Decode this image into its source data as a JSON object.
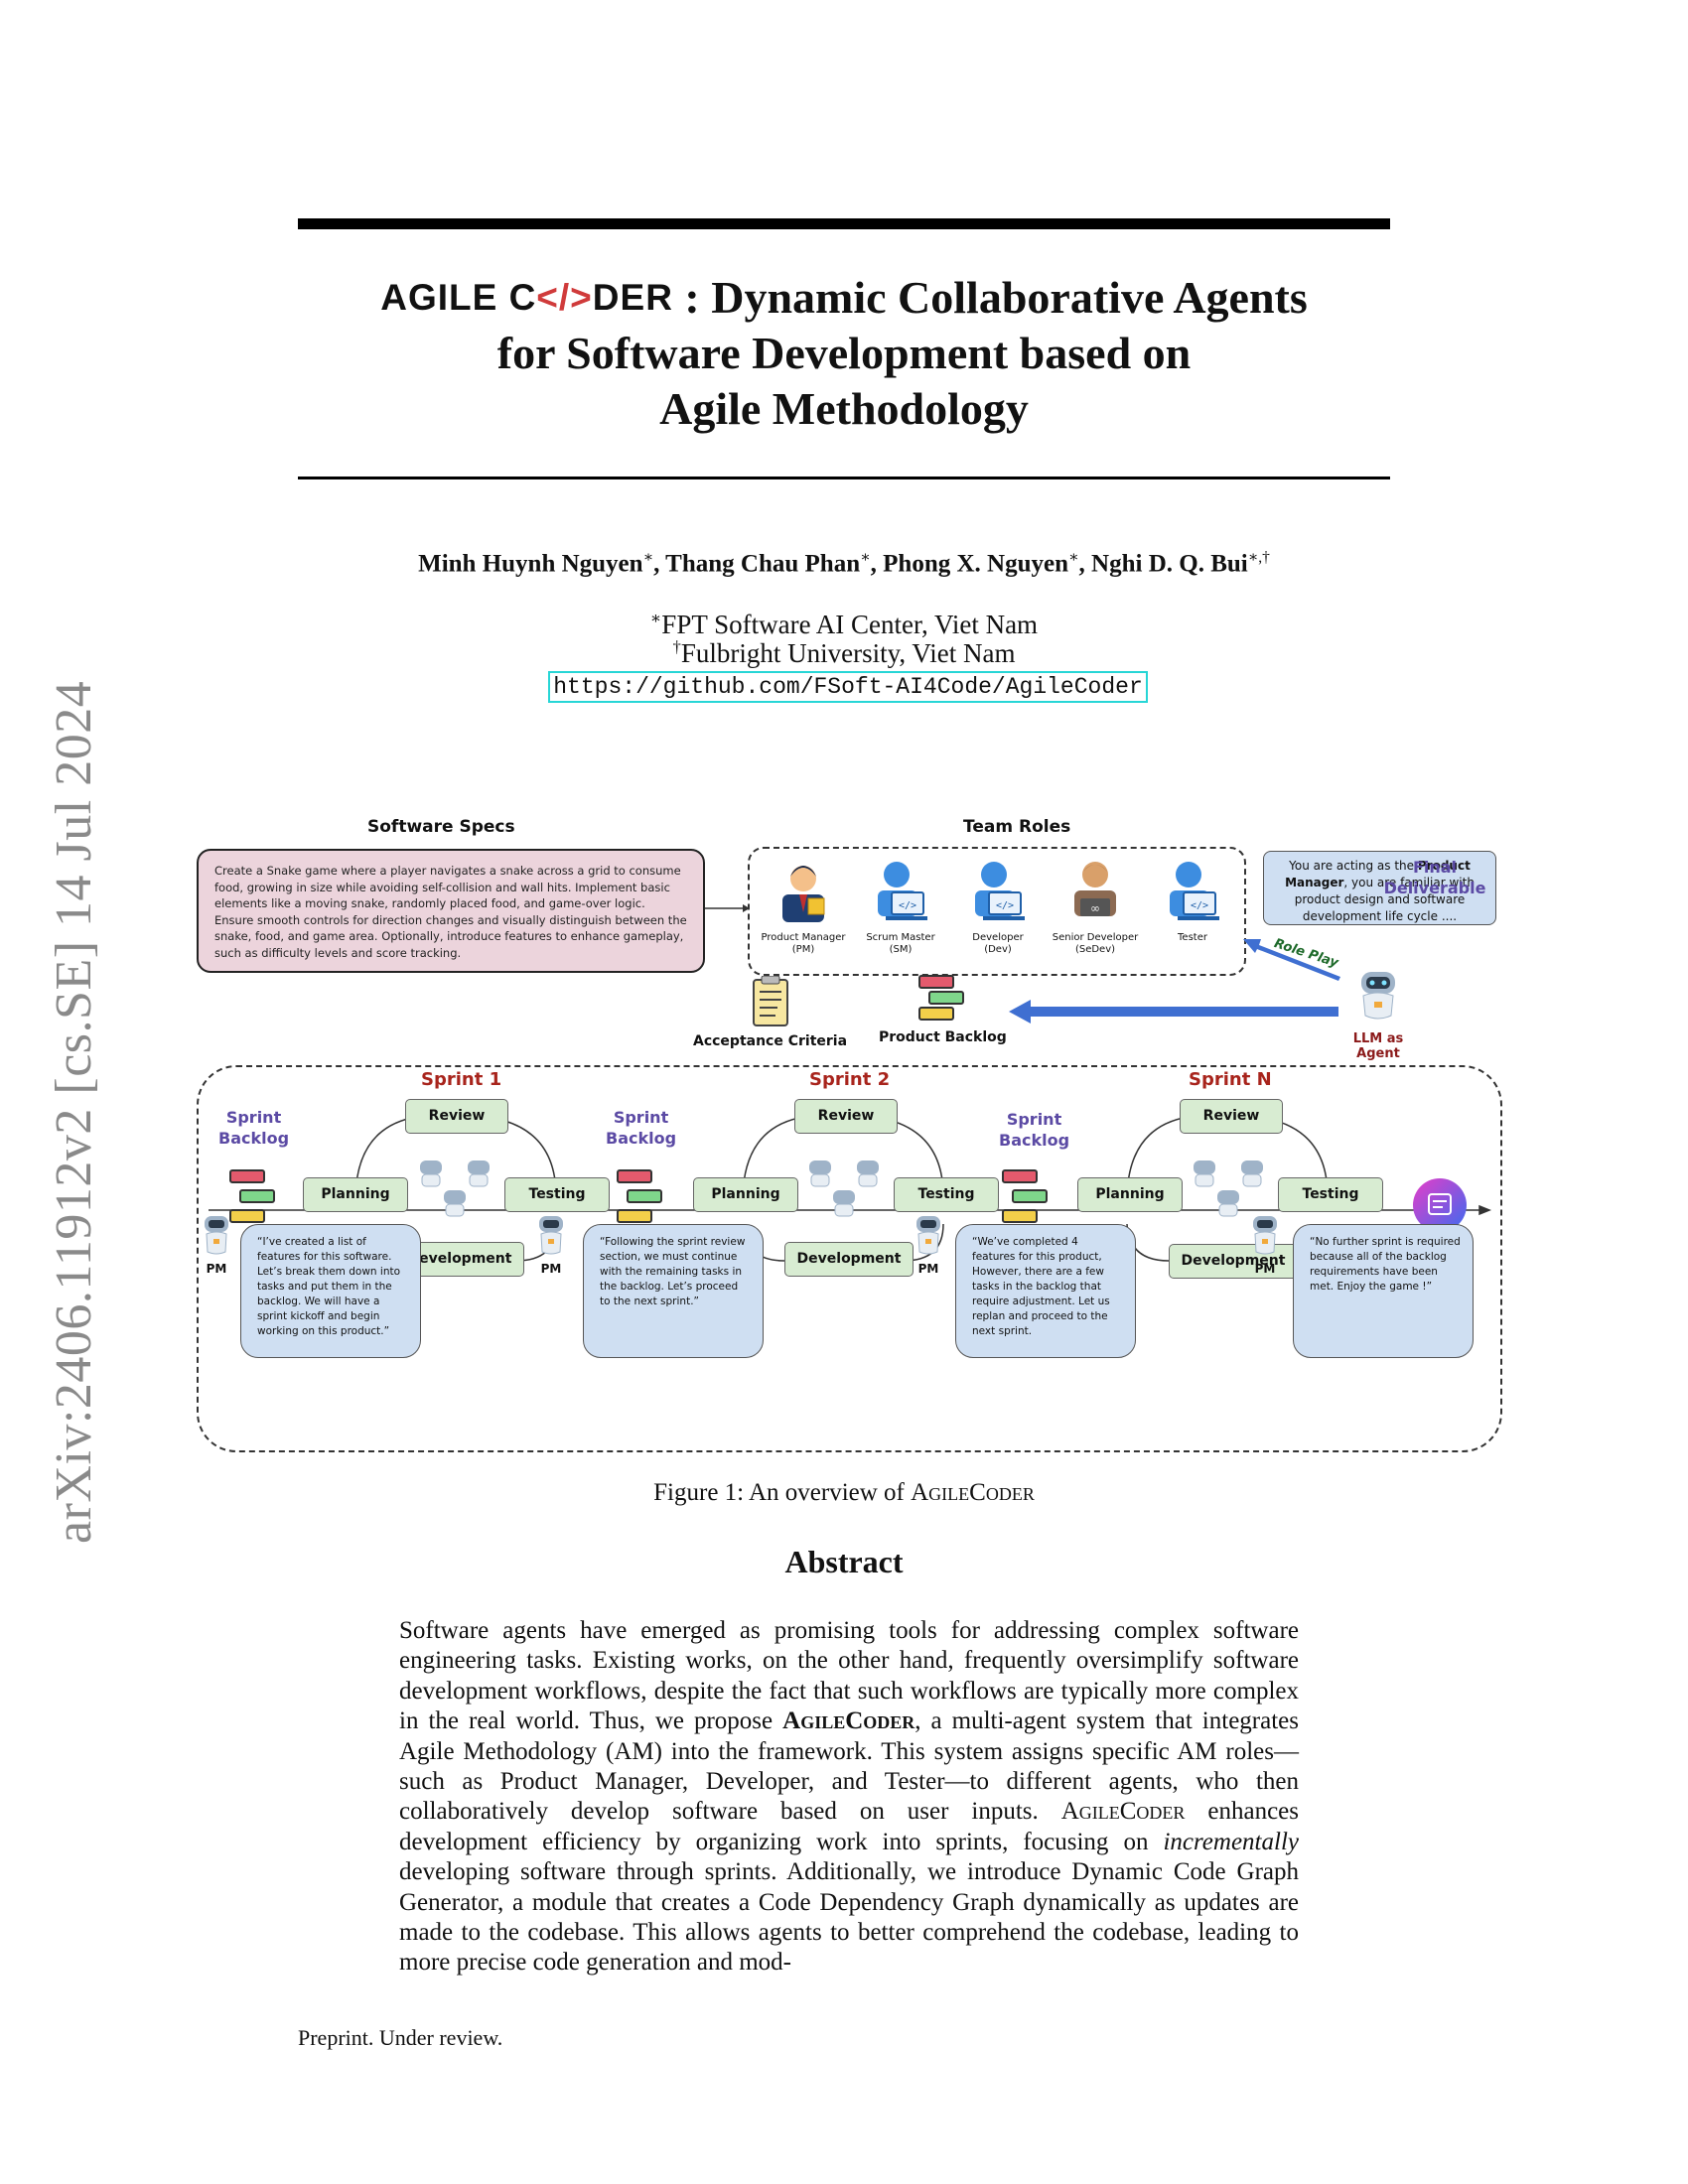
{
  "arxiv_id": "arXiv:2406.11912v2  [cs.SE]  14 Jul 2024",
  "title": {
    "logo_a": "AGILE C",
    "logo_mid": "</>",
    "logo_b": "DER",
    "line1_rest": " : Dynamic Collaborative Agents",
    "line2": "for Software Development based on",
    "line3": "Agile Methodology"
  },
  "authors": [
    {
      "name": "Minh Huynh Nguyen",
      "mark": "∗"
    },
    {
      "name": "Thang Chau Phan",
      "mark": "∗"
    },
    {
      "name": "Phong X. Nguyen",
      "mark": "∗"
    },
    {
      "name": "Nghi D. Q. Bui",
      "mark": "∗,†"
    }
  ],
  "affiliations": {
    "a1_mark": "∗",
    "a1": "FPT Software AI Center, Viet Nam",
    "a2_mark": "†",
    "a2": "Fulbright University, Viet Nam",
    "repo": "https://github.com/FSoft-AI4Code/AgileCoder"
  },
  "figure": {
    "software_specs_label": "Software Specs",
    "team_roles_label": "Team Roles",
    "specs_text": "Create a Snake game where a player navigates a snake across a grid to consume food, growing in size while avoiding self-collision and wall hits. Implement basic elements like a moving snake, randomly placed food, and game-over logic. Ensure smooth controls for direction changes and visually distinguish between the snake, food, and game area. Optionally, introduce features to enhance gameplay, such as difficulty levels and score tracking.",
    "roles": [
      {
        "line1": "Product Manager",
        "line2": "(PM)",
        "icon": "product-manager-icon"
      },
      {
        "line1": "Scrum Master",
        "line2": "(SM)",
        "icon": "scrum-master-icon"
      },
      {
        "line1": "Developer",
        "line2": "(Dev)",
        "icon": "developer-icon"
      },
      {
        "line1": "Senior Developer",
        "line2": "(SeDev)",
        "icon": "senior-developer-icon"
      },
      {
        "line1": "Tester",
        "line2": "",
        "icon": "tester-icon"
      }
    ],
    "role_prompt_a": "You are acting as the ",
    "role_prompt_b": "Product Manager",
    "role_prompt_c": ", you are familiar with product design and software development life cycle ....",
    "role_play": "Role Play",
    "llm_agent": "LLM as Agent",
    "acceptance_criteria": "Acceptance Criteria",
    "product_backlog": "Product Backlog",
    "sprints": [
      {
        "title": "Sprint 1"
      },
      {
        "title": "Sprint 2"
      },
      {
        "title": "Sprint N"
      }
    ],
    "sprint_backlog_l1": "Sprint",
    "sprint_backlog_l2": "Backlog",
    "nodes": {
      "review": "Review",
      "planning": "Planning",
      "testing": "Testing",
      "development": "Development"
    },
    "ellipsis": "............",
    "final_l1": "Final",
    "final_l2": "Deliverable",
    "pm_label": "PM",
    "quotes": [
      "“I’ve created a list of features for this software. Let’s break them down into tasks and put them in the backlog. We will have a sprint kickoff and begin working on this product.”",
      "“Following the sprint review section, we must continue with the remaining tasks in the backlog. Let’s proceed to the next sprint.”",
      "“We’ve completed 4 features for this product, However, there are a few tasks in the backlog that require adjustment. Let us replan and proceed to the next sprint.",
      "“No further sprint is required because all of the backlog requirements have been met. Enjoy the game !”"
    ],
    "colors": {
      "pink": "#ecd4dc",
      "blue_box": "#cfdff2",
      "green_node": "#d8ecd2",
      "sprint_red": "#a8241c",
      "backlog_purple": "#5b4aa4",
      "arrow_blue": "#3f6fd1"
    }
  },
  "caption_prefix": "Figure 1: An overview of ",
  "caption_name": "AgileCoder",
  "abstract_heading": "Abstract",
  "abstract": {
    "p1": "Software agents have emerged as promising tools for addressing complex software engineering tasks.  Existing works, on the other hand, frequently oversimplify software development workflows, despite the fact that such workflows are typically more complex in the real world. Thus, we propose ",
    "name_bold": "AgileCoder",
    "p2": ", a multi-agent system that integrates Agile Methodology (AM) into the framework. This system assigns specific AM roles—such as Product Manager, Developer, and Tester—to different agents, who then collaboratively develop software based on user inputs. ",
    "name_sc": "AgileCoder",
    "p3": " enhances development efficiency by organizing work into sprints, focusing on ",
    "italic": "incrementally",
    "p4": " developing software through sprints. Additionally, we introduce Dynamic Code Graph Generator, a module that creates a Code Dependency Graph dynamically as updates are made to the codebase.  This allows agents to better comprehend the codebase, leading to more precise code generation and mod-"
  },
  "footer": "Preprint. Under review."
}
